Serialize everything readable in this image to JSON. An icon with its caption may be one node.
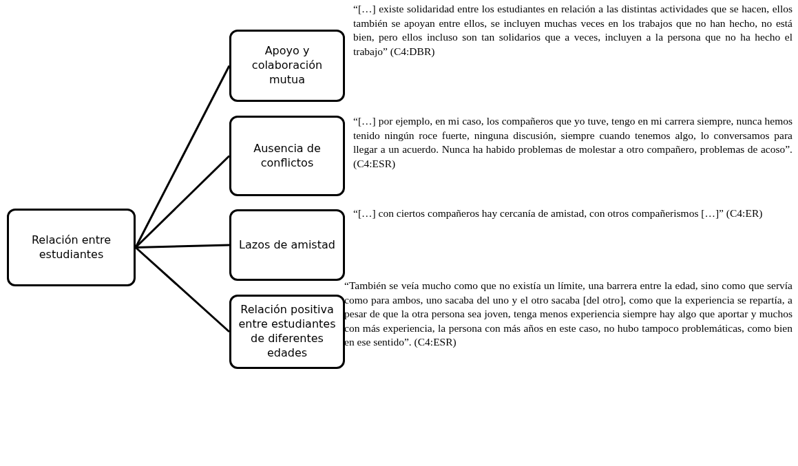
{
  "diagram": {
    "nodes": [
      {
        "text": [
          "Relación entre estudiantes"
        ]
      },
      {
        "text": [
          "Apoyo y colaboración mutua"
        ],
        "beside": [
          "“[…] existe solidaridad entre los estudiantes en relación a las distintas actividades que se hacen, ellos también se apoyan entre ellos, se incluyen muchas veces en los trabajos que no han hecho, no está bien, pero ellos incluso son tan solidarios que a veces, incluyen a la persona que no ha hecho el trabajo” (C4:DBR)"
        ]
      },
      {
        "text": [
          "Ausencia de conflictos"
        ],
        "beside": [
          "“[…] por ejemplo, en mi caso, los compañeros que yo tuve, tengo en mi carrera siempre, nunca hemos tenido ningún roce fuerte, ninguna discusión, siempre cuando tenemos algo, lo conversamos para llegar a un acuerdo. Nunca ha habido problemas de molestar a otro compañero, problemas de acoso”. (C4:ESR)"
        ]
      },
      {
        "text": [
          "Lazos de amistad"
        ],
        "beside": [
          "“[…] con ciertos compañeros hay cercanía de amistad, con otros compañerismos […]” (C4:ER)"
        ]
      },
      {
        "text": [
          "Relación positiva entre estudiantes de diferentes edades"
        ],
        "beside": [
          "“También se veía mucho como que no existía un límite, una barrera entre la edad, sino como que servía como para ambos, uno sacaba del uno y el otro sacaba [del otro], como que la experiencia se repartía, a pesar de que la otra persona sea joven, tenga menos experiencia siempre hay algo que aportar y muchos con más experiencia, la persona con más años en este caso, no hubo tampoco problemáticas, como bien en ese sentido”. (C4:ESR)"
        ]
      }
    ],
    "edges": [
      {
        "from": 0,
        "to": 1,
        "arrow": "none"
      },
      {
        "from": 0,
        "to": 2,
        "arrow": "none"
      },
      {
        "from": 0,
        "to": 3,
        "arrow": "none"
      },
      {
        "from": 0,
        "to": 4,
        "arrow": "none"
      }
    ]
  }
}
